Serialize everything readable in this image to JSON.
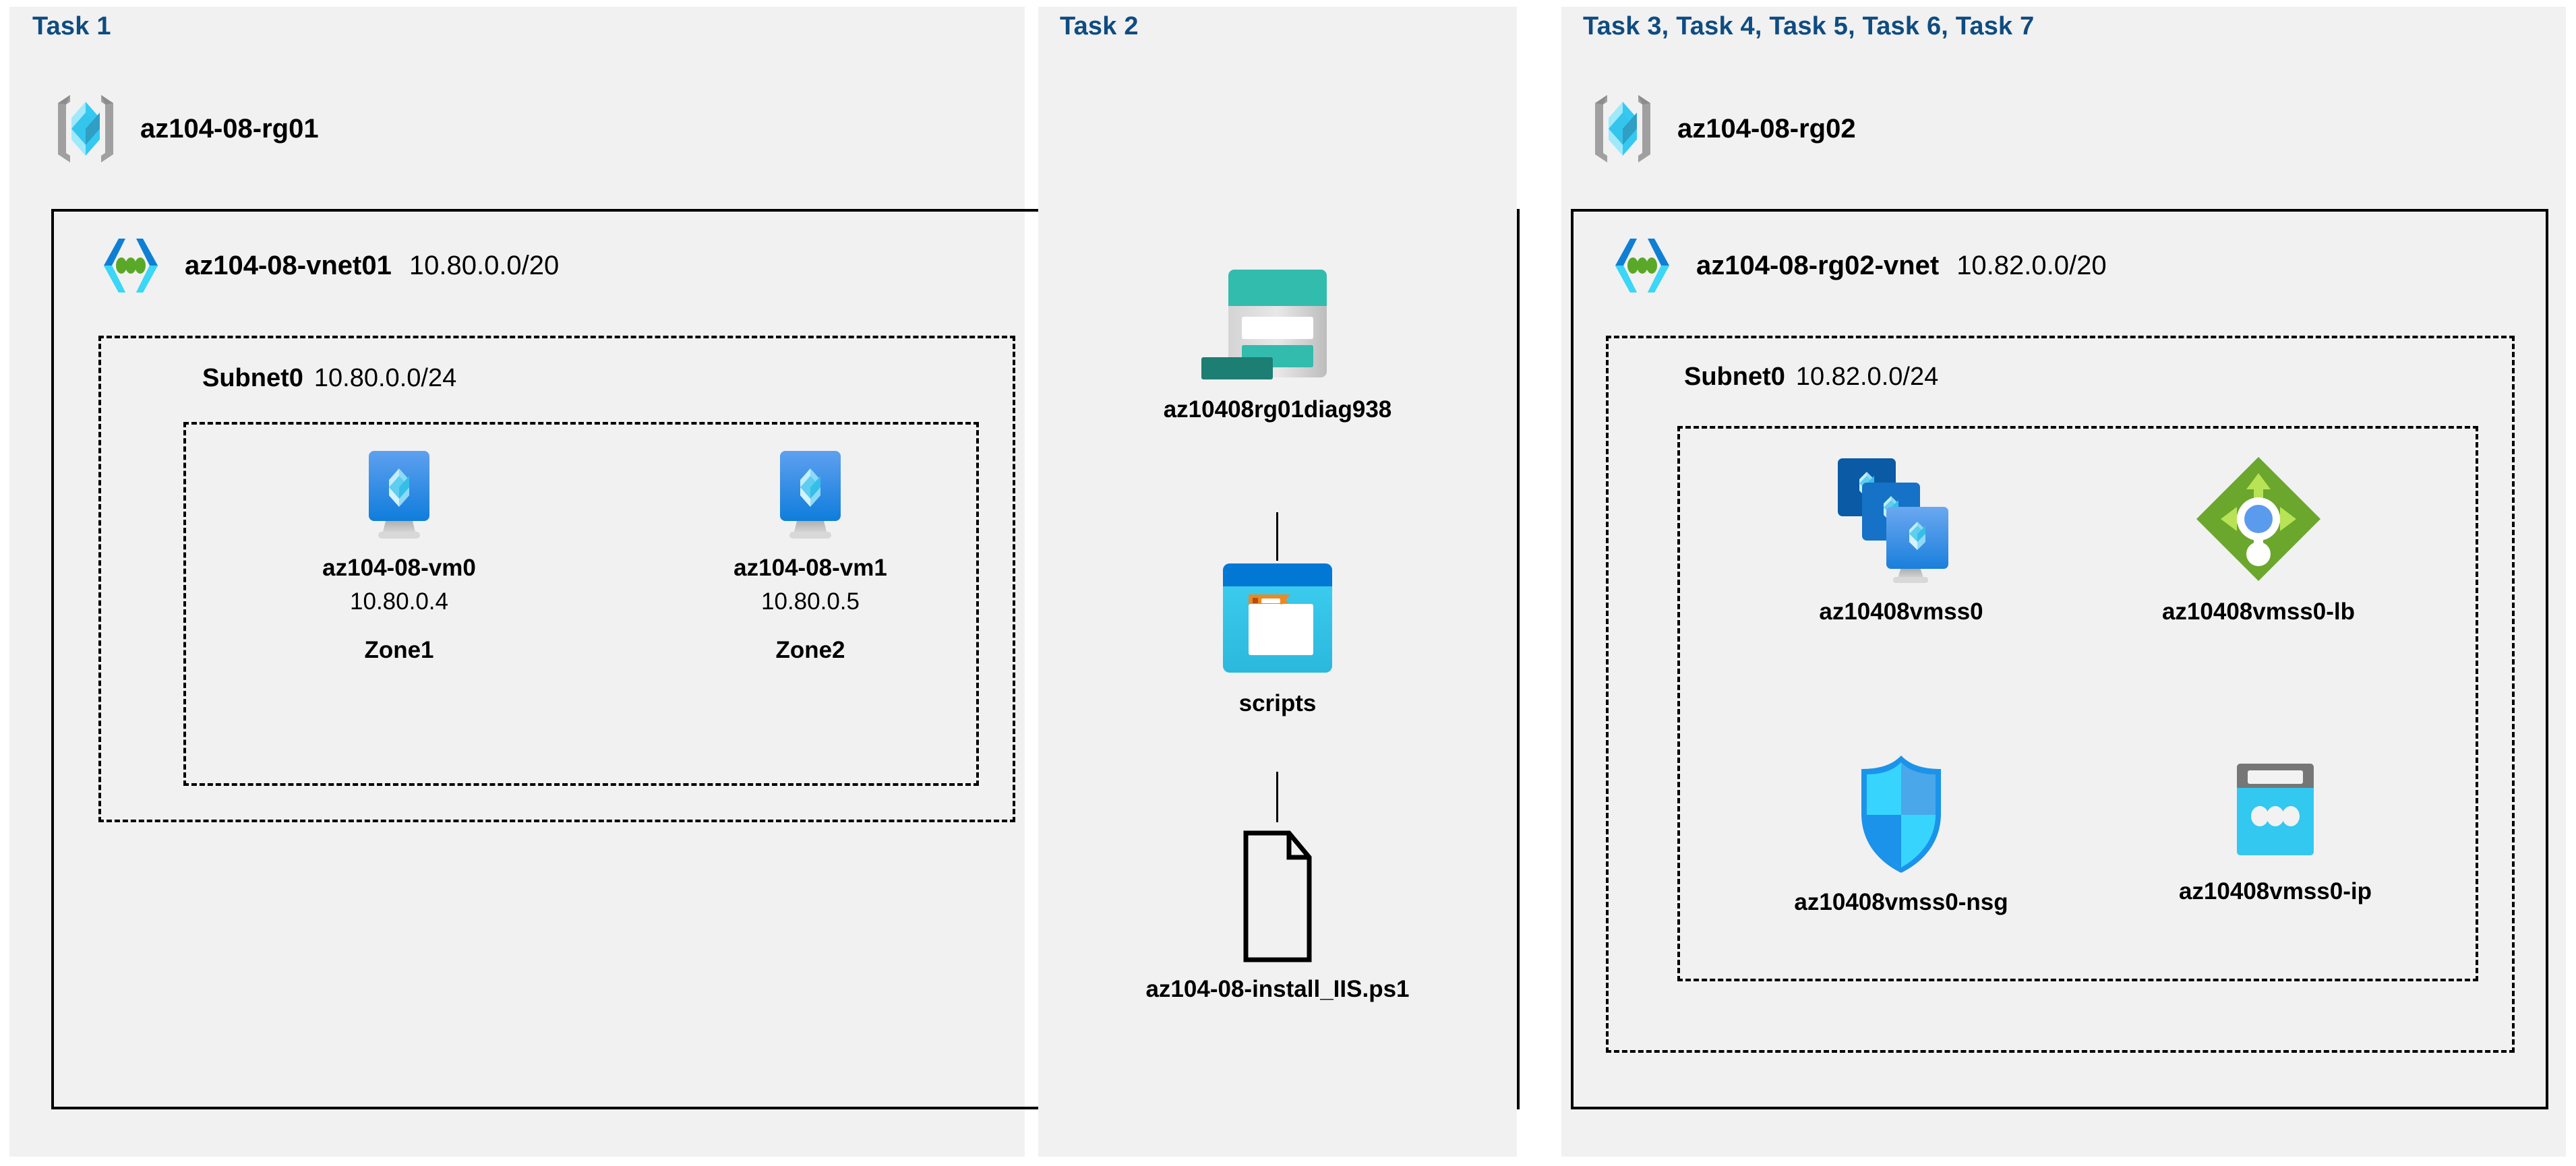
{
  "panels": [
    {
      "id": "task1",
      "title": "Task 1",
      "resource_group": {
        "name": "az104-08-rg01",
        "icon": "resource-group-icon"
      },
      "vnet": {
        "name": "az104-08-vnet01",
        "cidr": "10.80.0.0/20",
        "icon": "virtual-network-icon"
      },
      "subnet": {
        "name": "Subnet0",
        "cidr": "10.80.0.0/24"
      },
      "resources": [
        {
          "icon": "virtual-machine-icon",
          "label": "az104-08-vm0",
          "ip": "10.80.0.4",
          "zone": "Zone1"
        },
        {
          "icon": "virtual-machine-icon",
          "label": "az104-08-vm1",
          "ip": "10.80.0.5",
          "zone": "Zone2"
        }
      ]
    },
    {
      "id": "task2",
      "title": "Task 2",
      "resources": [
        {
          "icon": "storage-account-icon",
          "label": "az10408rg01diag938"
        },
        {
          "icon": "blob-container-icon",
          "label": "scripts"
        },
        {
          "icon": "file-icon",
          "label": "az104-08-install_IIS.ps1"
        }
      ]
    },
    {
      "id": "task3to7",
      "title": "Task 3, Task 4, Task 5, Task 6, Task 7",
      "resource_group": {
        "name": "az104-08-rg02",
        "icon": "resource-group-icon"
      },
      "vnet": {
        "name": "az104-08-rg02-vnet",
        "cidr": "10.82.0.0/20",
        "icon": "virtual-network-icon"
      },
      "subnet": {
        "name": "Subnet0",
        "cidr": "10.82.0.0/24"
      },
      "resources": [
        {
          "icon": "vm-scale-set-icon",
          "label": "az10408vmss0"
        },
        {
          "icon": "load-balancer-icon",
          "label": "az10408vmss0-lb"
        },
        {
          "icon": "network-security-group-icon",
          "label": "az10408vmss0-nsg"
        },
        {
          "icon": "public-ip-address-icon",
          "label": "az10408vmss0-ip"
        }
      ]
    }
  ],
  "colors": {
    "panel_background": "#f1f1f1",
    "task_title": "#0f4c81",
    "border": "#000000",
    "azure_blue": "#0078d4",
    "azure_cyan": "#32bedd",
    "storage_teal": "#32bcad",
    "load_balancer_green": "#7fba42",
    "nsg_blue": "#1b93eb"
  }
}
